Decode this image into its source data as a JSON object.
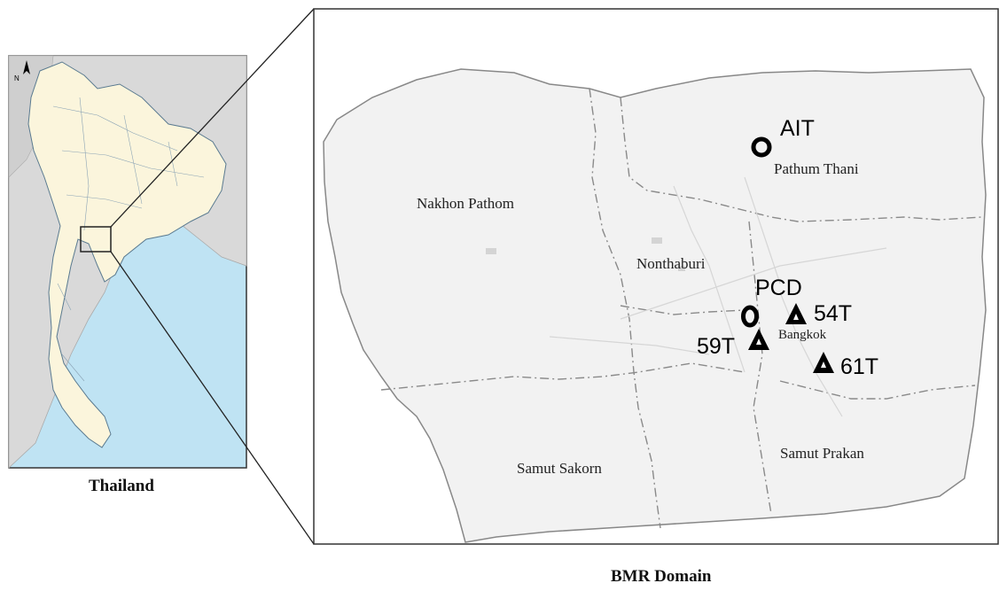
{
  "inset": {
    "caption": "Thailand",
    "north_label": "N"
  },
  "main_map": {
    "caption": "BMR Domain",
    "provinces": {
      "nakhon_pathom": "Nakhon Pathom",
      "pathum_thani": "Pathum Thani",
      "nonthaburi": "Nonthaburi",
      "bangkok": "Bangkok",
      "samut_sakorn": "Samut Sakorn",
      "samut_prakan": "Samut Prakan"
    },
    "stations": [
      {
        "id": "AIT",
        "label": "AIT",
        "symbol": "circle"
      },
      {
        "id": "PCD",
        "label": "PCD",
        "symbol": "circle"
      },
      {
        "id": "54T",
        "label": "54T",
        "symbol": "triangle"
      },
      {
        "id": "59T",
        "label": "59T",
        "symbol": "triangle"
      },
      {
        "id": "61T",
        "label": "61T",
        "symbol": "triangle"
      }
    ]
  },
  "colors": {
    "land_inset": "#fbf5dc",
    "sea_inset": "#bfe3f3",
    "neighbor_inset": "#d9d9d9",
    "land_main": "#f2f2f2",
    "marker": "#000000"
  }
}
